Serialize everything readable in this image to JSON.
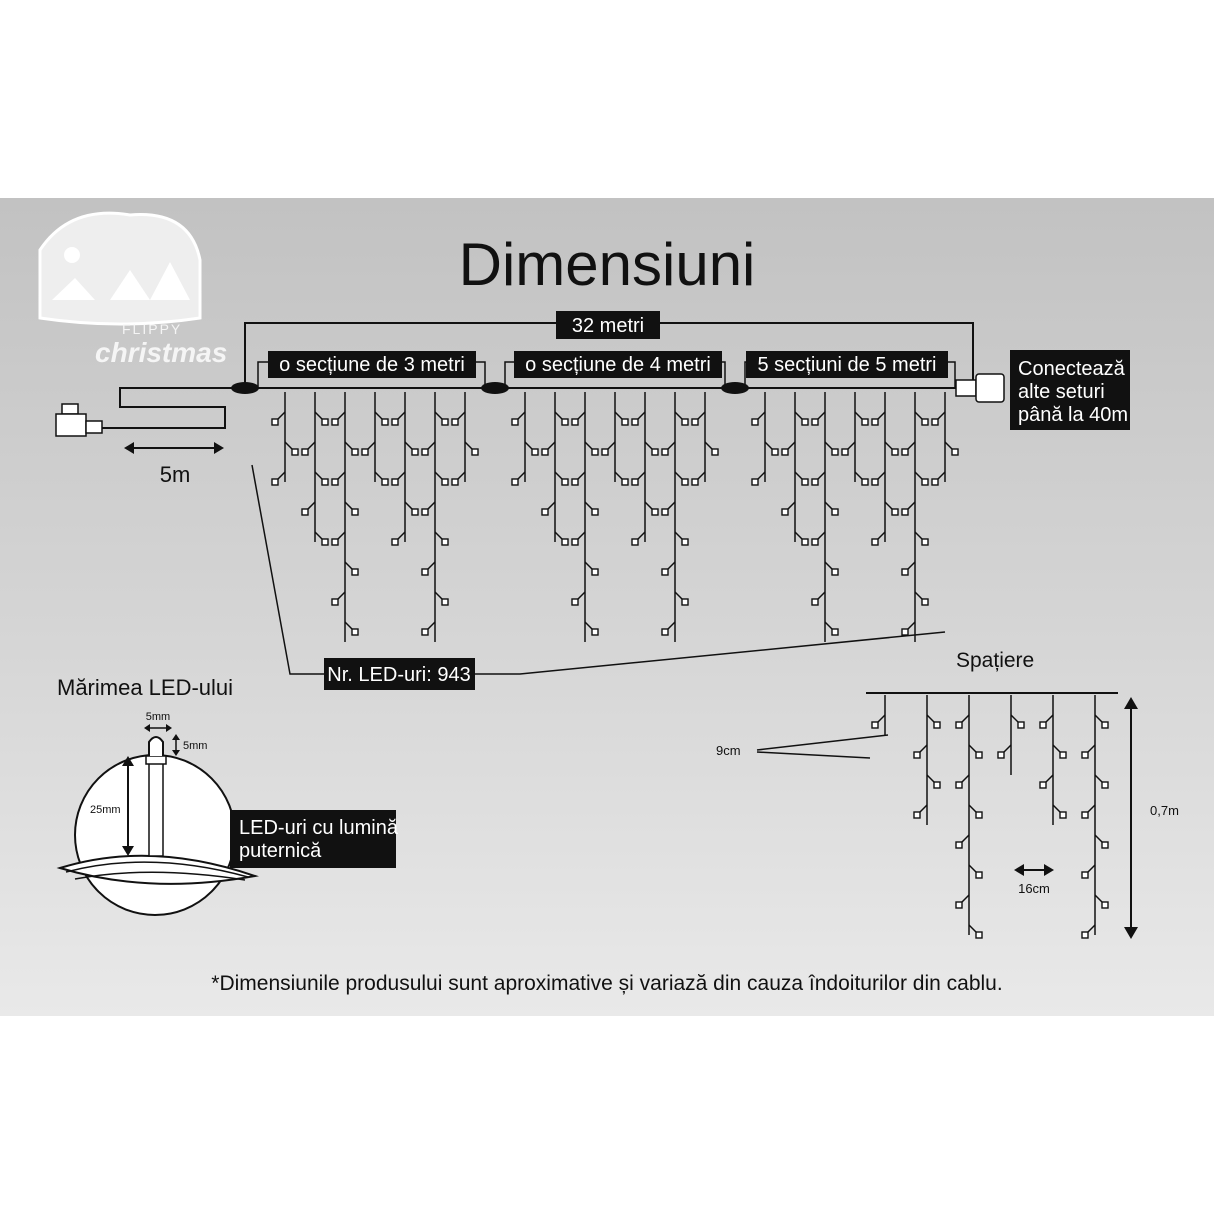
{
  "title": "Dimensiuni",
  "logo": {
    "brand_top": "FLIPPY",
    "brand_bottom": "christmas"
  },
  "total_length": "32 metri",
  "sections": [
    "o secțiune de 3 metri",
    "o secțiune de 4 metri",
    "5 secțiuni de 5 metri"
  ],
  "connect_note": [
    "Conectează",
    "alte seturi",
    "până la 40m"
  ],
  "lead_cable": "5m",
  "led_count": "Nr. LED-uri: 943",
  "led_size": {
    "title": "Mărimea LED-ului",
    "width": "5mm",
    "cap_height": "5mm",
    "height": "25mm",
    "note": [
      "LED-uri cu lumină",
      "puternică"
    ]
  },
  "spacing": {
    "title": "Spațiere",
    "vertical": "9cm",
    "horizontal": "16cm",
    "drop": "0,7m"
  },
  "footnote": "*Dimensiunile produsului sunt aproximative și variază din cauza îndoiturilor din cablu.",
  "colors": {
    "panel": "#cccccc",
    "ink": "#111111",
    "label_bg": "#111111",
    "label_text": "#ffffff"
  }
}
